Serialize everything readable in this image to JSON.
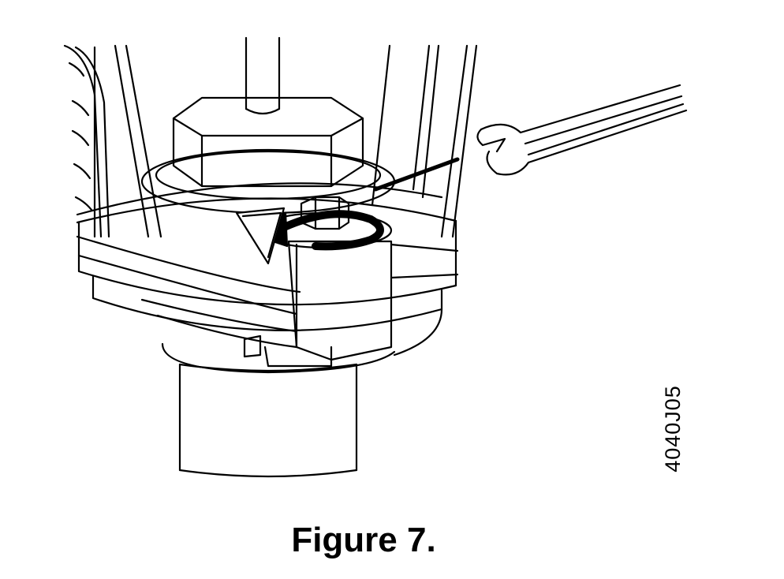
{
  "figure": {
    "caption": "Figure 7.",
    "drawing_code": "4040J05"
  },
  "colors": {
    "ink": "#000000",
    "paper": "#ffffff"
  },
  "parts": [
    "shaft",
    "hex-nut",
    "locking-ring",
    "bolt",
    "rotation-arrow",
    "wrench",
    "cylinder-base"
  ]
}
